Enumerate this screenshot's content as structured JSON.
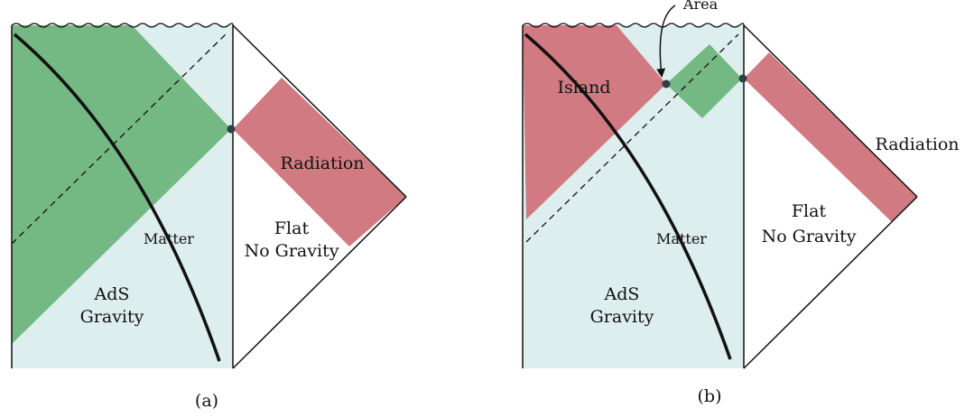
{
  "colors": {
    "bulk": "#dceeed",
    "entanglement_wedge": "#74b883",
    "radiation": "#d17a82",
    "lines": "#111111",
    "point": "#2d3f44"
  },
  "panel_a": {
    "caption": "(a)",
    "radiation_label": "Radiation",
    "flat_label_1": "Flat",
    "flat_label_2": "No Gravity",
    "matter_label": "Matter",
    "ads_label_1": "AdS",
    "ads_label_2": "Gravity"
  },
  "panel_b": {
    "caption": "(b)",
    "area_label": "Area",
    "island_label": "Island",
    "radiation_label": "Radiation",
    "flat_label_1": "Flat",
    "flat_label_2": "No Gravity",
    "matter_label": "Matter",
    "ads_label_1": "AdS",
    "ads_label_2": "Gravity"
  }
}
